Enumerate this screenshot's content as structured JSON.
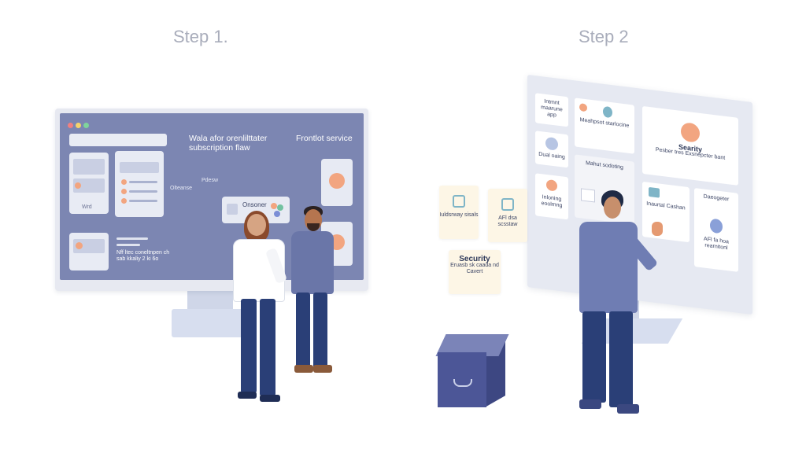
{
  "step1": {
    "title": "Step 1.",
    "screen_heading": "Wala afor orenlilttater subscription flaw",
    "service_label": "Frontlot service",
    "panel_label": "Wrd",
    "edge_label_1": "Pdesw",
    "edge_label_2": "Olteanse",
    "node_label": "Onsoner",
    "bottom_text": "Nff ltec coneltnpen ch sab kkaliy 2 ki 6o"
  },
  "step2": {
    "title": "Step 2",
    "cards": {
      "c1": "Intmnt maarune app",
      "c2": "Meahpsot starlocine",
      "c3": "Searity",
      "c3_sub": "Pesber tres Exsnepcter bant",
      "c4": "Dual oaing",
      "c5": "Mahut sodoting",
      "c6": "Inloning eoolmng",
      "c7": "Inaurtal Cashan",
      "c8": "Daeogeter",
      "c9": "AFl fa hoa rearnitonl"
    }
  },
  "notes": {
    "n1": "Iuldsrway sisals",
    "n2": "AFl dsa scsstaw",
    "n3_title": "Security",
    "n3_body": "Eruasb sk caada nd Cavert"
  },
  "colors": {
    "screen": "#7c86b2",
    "accent_orange": "#f2a580",
    "navy": "#2a3f77",
    "box": "#4c5697"
  }
}
